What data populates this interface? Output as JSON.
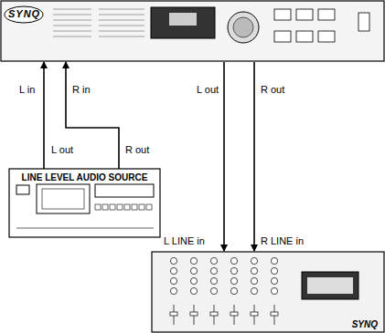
{
  "diagram": {
    "nodes": [
      {
        "text": [
          "SYNQ"
        ]
      },
      {
        "text": [
          "LINE LEVEL AUDIO SOURCE"
        ]
      },
      {
        "text": [
          "SYNQ"
        ]
      }
    ],
    "edges": [
      {
        "from": 1,
        "to": 0,
        "arrow": "to"
      },
      {
        "from": 1,
        "to": 0,
        "arrow": "to"
      },
      {
        "from": 0,
        "to": 2,
        "arrow": "to"
      },
      {
        "from": 0,
        "to": 2,
        "arrow": "to"
      }
    ],
    "labels": [
      "L in",
      "R in",
      "L out",
      "R out",
      "L out",
      "R out",
      "L LINE in",
      "R LINE in"
    ]
  }
}
